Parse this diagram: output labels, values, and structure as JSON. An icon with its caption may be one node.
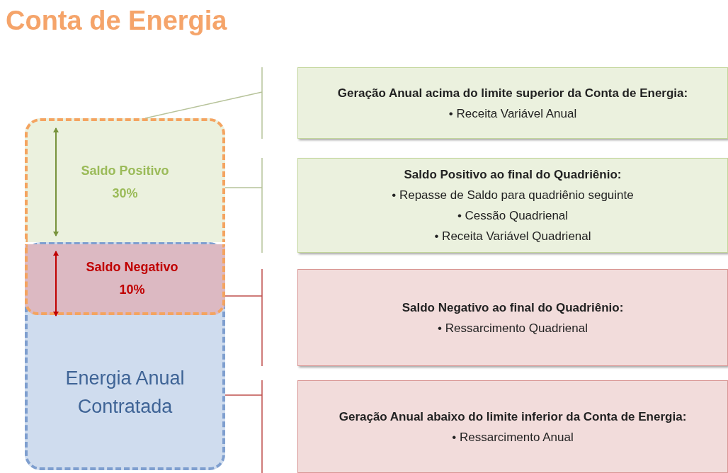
{
  "diagram": {
    "title": "Conta de Energia",
    "nodes": [
      {
        "text": [
          "Saldo Positivo 30%"
        ]
      },
      {
        "text": [
          "Saldo Negativo 10%"
        ],
        "in": 2
      },
      {
        "text": [
          "Energia Anual Contratada"
        ]
      },
      {
        "text": [
          "Geração Anual acima do limite superior da Conta de Energia:",
          "• Receita Variável Anual"
        ]
      },
      {
        "text": [
          "Saldo Positivo ao final do Quadriênio:",
          "• Repasse de Saldo para quadriênio seguinte",
          "• Cessão Quadrienal",
          "• Receita Variável Quadrienal"
        ]
      },
      {
        "text": [
          "Saldo Negativo ao final do Quadriênio:",
          "• Ressarcimento Quadrienal"
        ]
      },
      {
        "text": [
          "Geração Anual abaixo do limite inferior da Conta de Energia:",
          "• Ressarcimento Anual"
        ]
      }
    ],
    "edges": [
      {
        "from": 3,
        "to": 0,
        "arrow": "none"
      },
      {
        "from": 4,
        "to": 0,
        "arrow": "none"
      },
      {
        "from": 5,
        "to": 1,
        "arrow": "none",
        "color": "#c0504d"
      },
      {
        "from": 6,
        "to": 2,
        "arrow": "none",
        "color": "#c0504d"
      }
    ]
  }
}
